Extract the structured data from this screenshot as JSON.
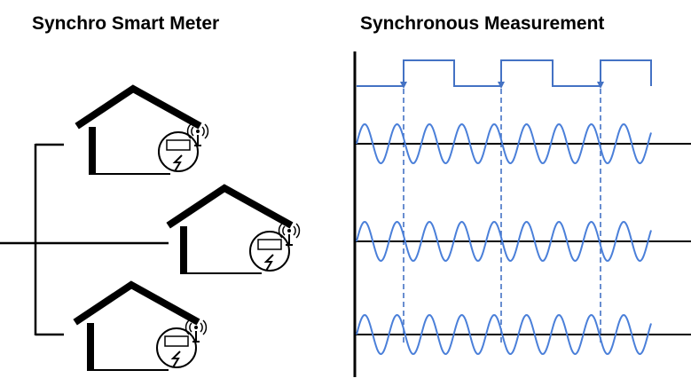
{
  "titles": {
    "left": "Synchro Smart Meter",
    "right": "Synchronous Measurement"
  },
  "colors": {
    "wire": "#000000",
    "house": "#000000",
    "signal": "#4472c4",
    "sine": "#4a7fd9",
    "axis": "#000000"
  },
  "icons": {
    "meter": "smart-meter-icon",
    "antenna": "antenna-icon",
    "bolt": "lightning-bolt-icon",
    "house": "house-icon"
  },
  "houses_count": 3,
  "sync_pulse_count": 3,
  "sine_rows_count": 3
}
